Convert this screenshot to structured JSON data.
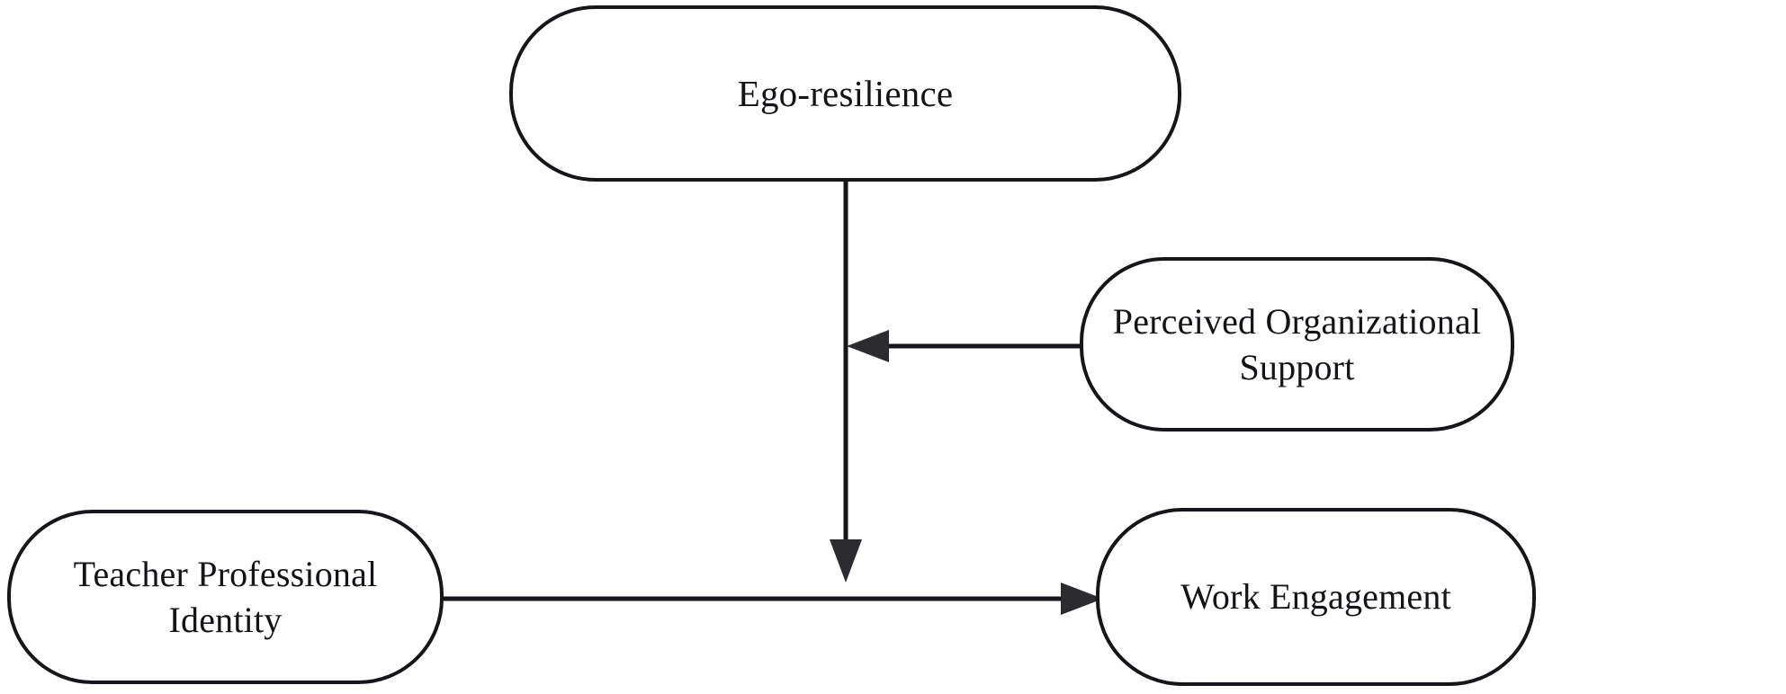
{
  "figure": {
    "type": "conceptual-model-diagram",
    "background_color": "#ffffff",
    "stroke_color": "#16161a",
    "text_color": "#141418"
  },
  "nodes": [
    {
      "id": "ego-resilience",
      "label": "Ego-resilience",
      "shape": "rounded-rectangle"
    },
    {
      "id": "perceived-organizational-support",
      "label": "Perceived Organizational\nSupport",
      "shape": "rounded-rectangle"
    },
    {
      "id": "teacher-professional-identity",
      "label": "Teacher Professional\nIdentity",
      "shape": "rounded-rectangle"
    },
    {
      "id": "work-engagement",
      "label": "Work Engagement",
      "shape": "rounded-rectangle"
    }
  ],
  "edges": [
    {
      "id": "ego-to-work-engagement-path",
      "from": "ego-resilience",
      "to": "teacher-professional-identity-to-work-engagement-path",
      "style": "solid",
      "arrowhead": "down",
      "label": ""
    },
    {
      "id": "pos-to-ego-path",
      "from": "perceived-organizational-support",
      "to": "ego-to-work-engagement-path",
      "style": "solid",
      "arrowhead": "left",
      "label": ""
    },
    {
      "id": "tpi-to-we-path",
      "from": "teacher-professional-identity",
      "to": "work-engagement",
      "style": "solid",
      "arrowhead": "right",
      "label": ""
    }
  ]
}
